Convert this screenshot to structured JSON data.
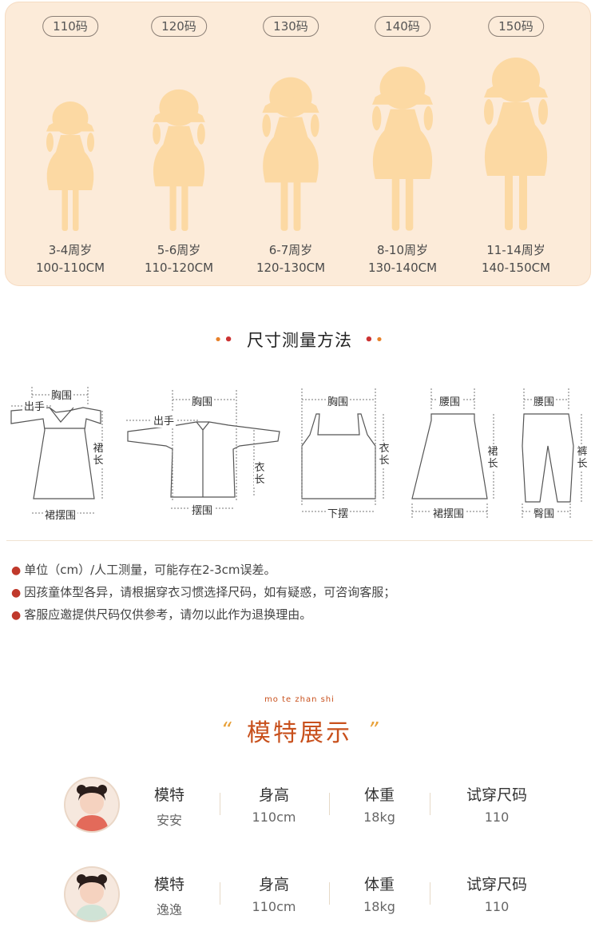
{
  "sizes": [
    {
      "label": "110码",
      "age": "3-4周岁",
      "height": "100-110CM",
      "scale": 0.75
    },
    {
      "label": "120码",
      "age": "5-6周岁",
      "height": "110-120CM",
      "scale": 0.82
    },
    {
      "label": "130码",
      "age": "6-7周岁",
      "height": "120-130CM",
      "scale": 0.89
    },
    {
      "label": "140码",
      "age": "8-10周岁",
      "height": "130-140CM",
      "scale": 0.95
    },
    {
      "label": "150码",
      "age": "11-14周岁",
      "height": "140-150CM",
      "scale": 1.0
    }
  ],
  "measure_section": {
    "title": "尺寸测量方法"
  },
  "diagrams": {
    "dress": {
      "chest": "胸围",
      "sleeve": "出手",
      "length": "裙长",
      "hem": "裙摆围"
    },
    "jacket": {
      "chest": "胸围",
      "sleeve": "出手",
      "length": "衣长",
      "hem": "摆围"
    },
    "camisole": {
      "chest": "胸围",
      "length": "衣长",
      "hem": "下摆"
    },
    "skirt": {
      "waist": "腰围",
      "length": "裙长",
      "hem": "裙摆围"
    },
    "pants": {
      "waist": "腰围",
      "length": "裤长",
      "hip": "臀围"
    }
  },
  "notes": [
    "单位（cm）/人工测量，可能存在2-3cm误差。",
    "因孩童体型各异，请根据穿衣习惯选择尺码，如有疑惑，可咨询客服；",
    "客服应邀提供尺码仅供参考，请勿以此作为退换理由。"
  ],
  "models_section": {
    "pinyin": "mo te zhan shi",
    "title": "模特展示"
  },
  "model_headers": {
    "name": "模特",
    "height": "身高",
    "weight": "体重",
    "size": "试穿尺码"
  },
  "models": [
    {
      "name": "安安",
      "height": "110cm",
      "weight": "18kg",
      "size": "110"
    },
    {
      "name": "逸逸",
      "height": "110cm",
      "weight": "18kg",
      "size": "110"
    }
  ],
  "colors": {
    "panel_bg": "#fcebd9",
    "silhouette": "#fcd9a3",
    "accent": "#c8501c",
    "bullet": "#c0392b"
  }
}
